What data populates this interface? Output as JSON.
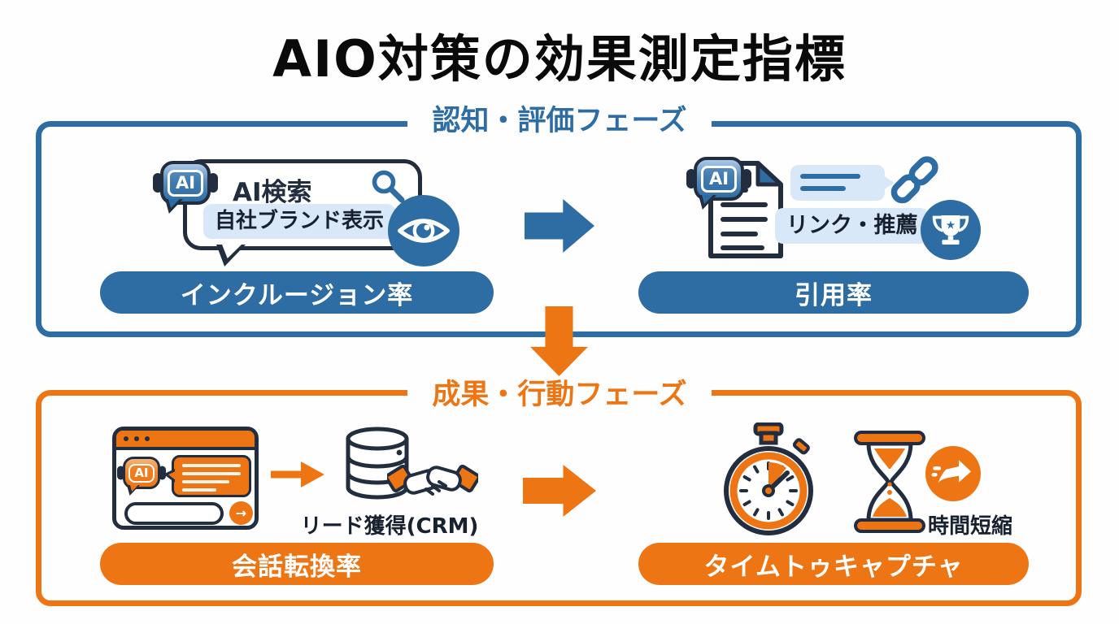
{
  "title": "AIO対策の効果測定指標",
  "colors": {
    "blue": "#2e6da4",
    "orange": "#ee7513",
    "navy": "#222e3f",
    "light_blue": "#d9e8f8",
    "background": "#ffffff"
  },
  "phase1": {
    "label": "認知・評価フェーズ",
    "inclusion": {
      "ai_badge": "AI",
      "query": "AI検索",
      "chip": "自社ブランド表示",
      "metric": "インクルージョン率"
    },
    "citation": {
      "ai_badge": "AI",
      "chip": "リンク・推薦",
      "metric": "引用率"
    }
  },
  "phase2": {
    "label": "成果・行動フェーズ",
    "conversion": {
      "ai_badge": "AI",
      "caption": "リード獲得(CRM)",
      "metric": "会話転換率"
    },
    "time": {
      "caption": "時間短縮",
      "metric": "タイムトゥキャプチャ"
    }
  },
  "icons": {
    "send_arrow": "→"
  }
}
